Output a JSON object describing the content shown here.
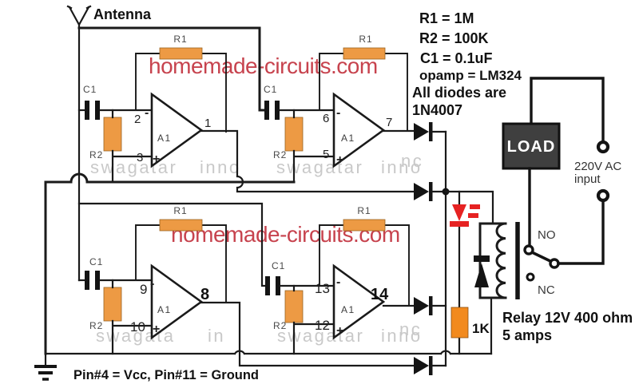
{
  "title": "Antenna",
  "notes": {
    "r1": "R1 = 1M",
    "r2": "R2 = 100K",
    "c1": "C1 = 0.1uF",
    "opamp": "opamp = LM324",
    "diodes_1": "All diodes are",
    "diodes_2": "1N4007"
  },
  "footer_note": "Pin#4 = Vcc, Pin#11 = Ground",
  "watermarks": {
    "site": "homemade-circuits.com",
    "w_swagatar": "swagatar",
    "w_inno": "inno",
    "w_swagata": "swagata",
    "w_in": "in",
    "w_nc": "nc"
  },
  "opamps": [
    {
      "name": "A1",
      "pin_inv": "2",
      "pin_ninv": "3",
      "pin_out": "1"
    },
    {
      "name": "A1",
      "pin_inv": "6",
      "pin_ninv": "5",
      "pin_out": "7"
    },
    {
      "name": "A1",
      "pin_inv": "9",
      "pin_ninv": "10",
      "pin_out": "8"
    },
    {
      "name": "A1",
      "pin_inv": "13",
      "pin_ninv": "12",
      "pin_out": "14"
    }
  ],
  "labels": {
    "r1": "R1",
    "r2": "R2",
    "c1": "C1",
    "minus": "-",
    "plus": "+",
    "led_resistor": "1K"
  },
  "relay": {
    "no": "NO",
    "nc": "NC",
    "desc_1": "Relay 12V 400 ohm",
    "desc_2": "5 amps"
  },
  "load": {
    "label": "LOAD",
    "ac_1": "220V AC",
    "ac_2": "input"
  },
  "colors": {
    "resistor_orange": "#ED9A44",
    "resistor_1k_orange": "#F28A1E",
    "led_red": "#E62222",
    "site_text_red": "#C7434E",
    "watermark_gray": "#C9C9C9",
    "wire_black": "#1A1A1A",
    "load_box_dark": "#3F3F3F"
  }
}
